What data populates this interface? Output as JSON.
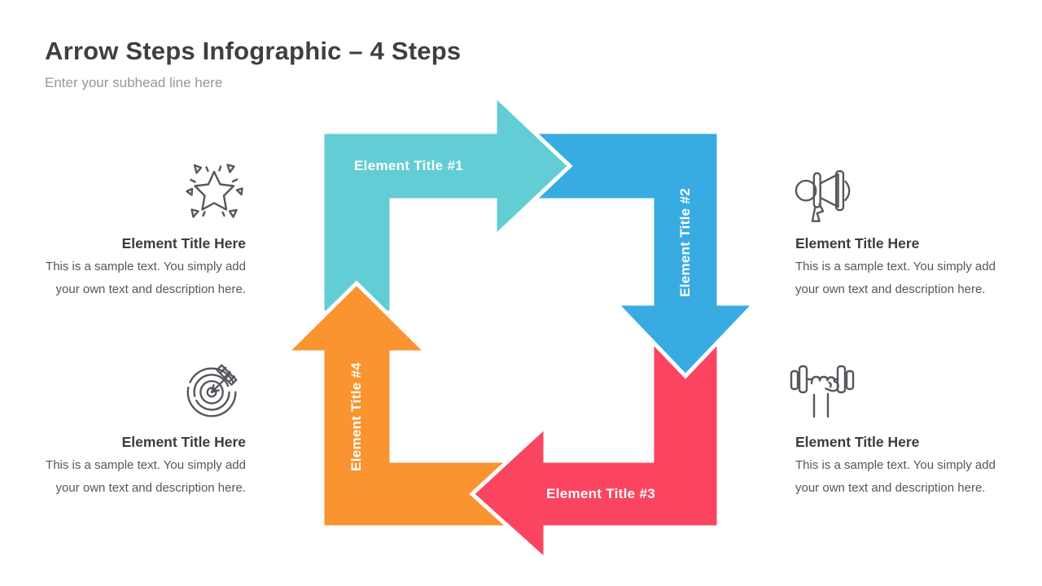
{
  "slide": {
    "title": "Arrow Steps Infographic – 4 Steps",
    "subtitle": "Enter your subhead line here",
    "background": "#ffffff",
    "outline_color": "#ffffff"
  },
  "steps": [
    {
      "label": "Element Title #1",
      "color": "#62CDD4",
      "direction": "right"
    },
    {
      "label": "Element Title #2",
      "color": "#38ACE2",
      "direction": "down"
    },
    {
      "label": "Element Title #3",
      "color": "#FB4560",
      "direction": "left"
    },
    {
      "label": "Element Title #4",
      "color": "#F99430",
      "direction": "up"
    }
  ],
  "items": [
    {
      "icon": "star-celebration-icon",
      "title": "Element Title Here",
      "body_line1": "This is a sample text. You simply add",
      "body_line2": "your own text and description here."
    },
    {
      "icon": "megaphone-icon",
      "title": "Element Title Here",
      "body_line1": "This is a sample text. You simply add",
      "body_line2": "your own text and description here."
    },
    {
      "icon": "target-arrow-icon",
      "title": "Element Title Here",
      "body_line1": "This is a sample text. You simply add",
      "body_line2": "your own text and description here."
    },
    {
      "icon": "hand-dumbbell-icon",
      "title": "Element Title Here",
      "body_line1": "This is a sample text. You simply add",
      "body_line2": "your own text and description here."
    }
  ]
}
